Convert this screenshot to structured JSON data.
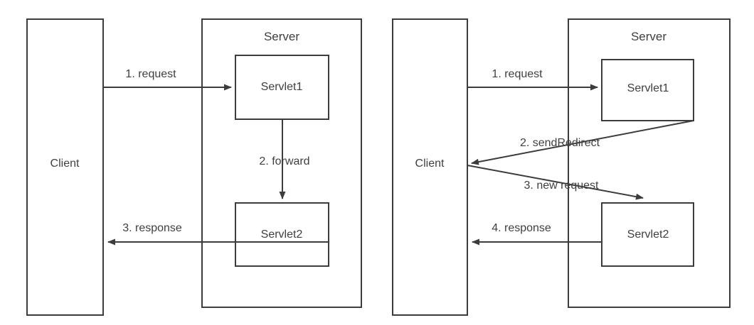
{
  "figure": {
    "stroke_color": "#3c3c3c",
    "text_color": "#3f3f3f",
    "background": "#ffffff"
  },
  "diagrams": [
    {
      "id": "forward",
      "client": {
        "label": "Client"
      },
      "server": {
        "label": "Server"
      },
      "nodes": [
        {
          "label": "Servlet1"
        },
        {
          "label": "Servlet2"
        }
      ],
      "arrows": [
        {
          "label": "1. request",
          "from": "client",
          "to": "servlet1"
        },
        {
          "label": "2. forward",
          "from": "servlet1",
          "to": "servlet2"
        },
        {
          "label": "3. response",
          "from": "servlet2",
          "to": "client"
        }
      ]
    },
    {
      "id": "sendRedirect",
      "client": {
        "label": "Client"
      },
      "server": {
        "label": "Server"
      },
      "nodes": [
        {
          "label": "Servlet1"
        },
        {
          "label": "Servlet2"
        }
      ],
      "arrows": [
        {
          "label": "1. request",
          "from": "client",
          "to": "servlet1"
        },
        {
          "label": "2. sendRedirect",
          "from": "servlet1",
          "to": "client"
        },
        {
          "label": "3. new request",
          "from": "client",
          "to": "servlet2"
        },
        {
          "label": "4. response",
          "from": "servlet2",
          "to": "client"
        }
      ]
    }
  ]
}
